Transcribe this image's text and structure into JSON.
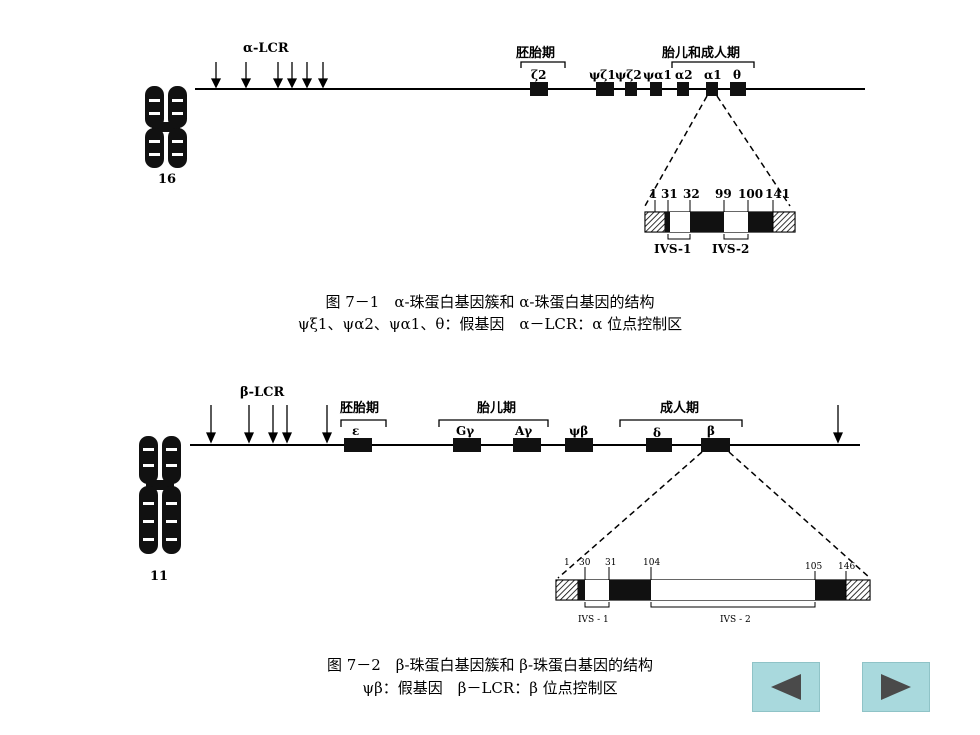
{
  "figure1": {
    "lcr_label": "α-LCR",
    "chromosome": "16",
    "embryonic_label": "胚胎期",
    "fetal_adult_label": "胎儿和成人期",
    "genes": [
      "ζ2",
      "ψζ1",
      "ψζ2",
      "ψα1",
      "α2",
      "α1",
      "θ"
    ],
    "positions": [
      "1",
      "31",
      "32",
      "99",
      "100",
      "141"
    ],
    "ivs1": "IVS-1",
    "ivs2": "IVS-2",
    "caption_title": "图 7－1　α-珠蛋白基因簇和 α-珠蛋白基因的结构",
    "caption_note": "ψξ1、ψα2、ψα1、θ：假基因　α－LCR：α 位点控制区"
  },
  "figure2": {
    "lcr_label": "β-LCR",
    "chromosome": "11",
    "embryonic_label": "胚胎期",
    "fetal_label": "胎儿期",
    "adult_label": "成人期",
    "genes": [
      "ε",
      "Gγ",
      "Aγ",
      "ψβ",
      "δ",
      "β"
    ],
    "positions": [
      "1",
      "30",
      "31",
      "104",
      "105",
      "146"
    ],
    "ivs1": "IVS - 1",
    "ivs2": "IVS - 2",
    "caption_title": "图 7－2　β-珠蛋白基因簇和 β-珠蛋白基因的结构",
    "caption_note": "ψβ：假基因　β－LCR：β 位点控制区"
  },
  "nav": {
    "prev_icon": "left-triangle-icon",
    "next_icon": "right-triangle-icon",
    "color": "#a9d9dd"
  }
}
